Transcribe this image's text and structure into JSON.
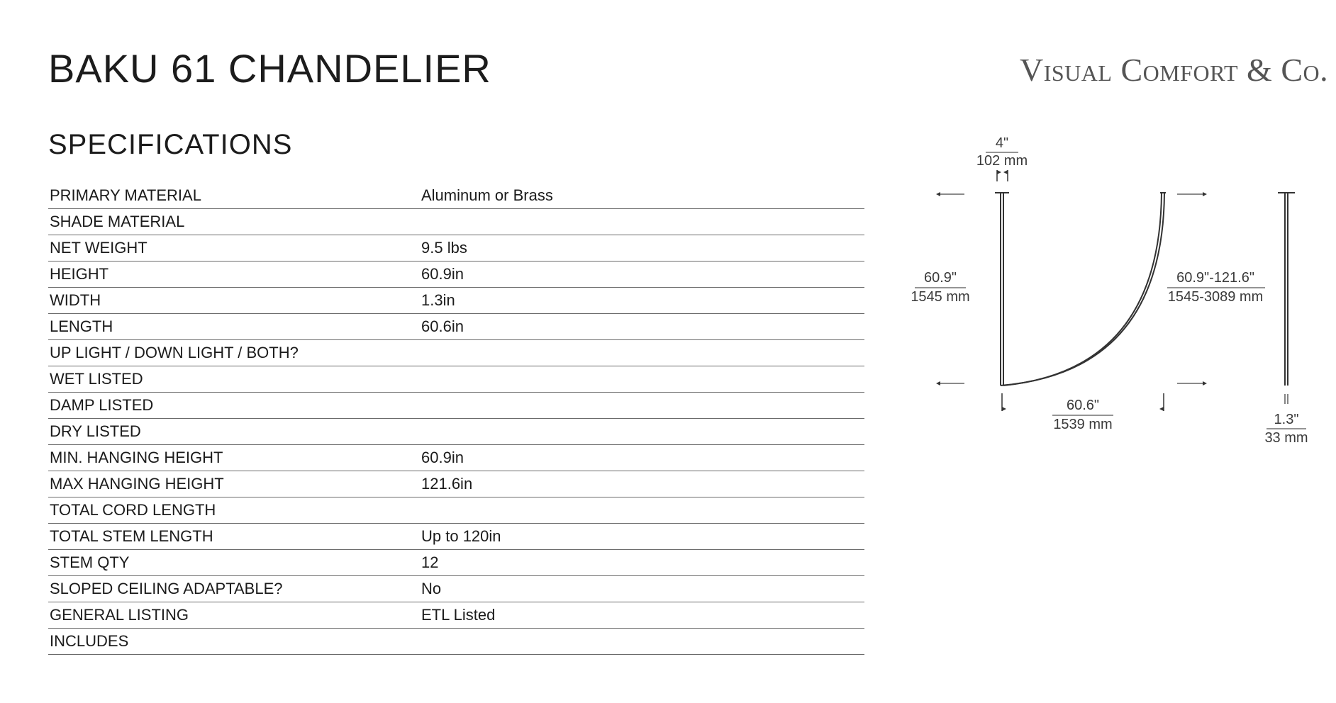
{
  "header": {
    "title": "BAKU 61 CHANDELIER",
    "brand": "Visual Comfort & Co."
  },
  "specs": {
    "section_title": "SPECIFICATIONS",
    "rows": [
      {
        "label": "PRIMARY MATERIAL",
        "value": "Aluminum or Brass"
      },
      {
        "label": "SHADE MATERIAL",
        "value": ""
      },
      {
        "label": "NET WEIGHT",
        "value": "9.5 lbs"
      },
      {
        "label": "HEIGHT",
        "value": "60.9in"
      },
      {
        "label": "WIDTH",
        "value": "1.3in"
      },
      {
        "label": "LENGTH",
        "value": "60.6in"
      },
      {
        "label": "UP LIGHT / DOWN LIGHT / BOTH?",
        "value": ""
      },
      {
        "label": "WET LISTED",
        "value": ""
      },
      {
        "label": "DAMP LISTED",
        "value": ""
      },
      {
        "label": "DRY LISTED",
        "value": ""
      },
      {
        "label": "MIN. HANGING HEIGHT",
        "value": "60.9in"
      },
      {
        "label": "MAX HANGING HEIGHT",
        "value": "121.6in"
      },
      {
        "label": "TOTAL CORD LENGTH",
        "value": ""
      },
      {
        "label": "TOTAL STEM LENGTH",
        "value": "Up to 120in"
      },
      {
        "label": "STEM QTY",
        "value": "12"
      },
      {
        "label": "SLOPED CEILING ADAPTABLE?",
        "value": "No"
      },
      {
        "label": "GENERAL LISTING",
        "value": "ETL Listed"
      },
      {
        "label": "INCLUDES",
        "value": ""
      }
    ]
  },
  "diagram": {
    "canopy_in": "4\"",
    "canopy_mm": "102 mm",
    "height_in": "60.9\"",
    "height_mm": "1545 mm",
    "hanging_in": "60.9\"-121.6\"",
    "hanging_mm": "1545-3089 mm",
    "length_in": "60.6\"",
    "length_mm": "1539 mm",
    "width_in": "1.3\"",
    "width_mm": "33 mm"
  }
}
